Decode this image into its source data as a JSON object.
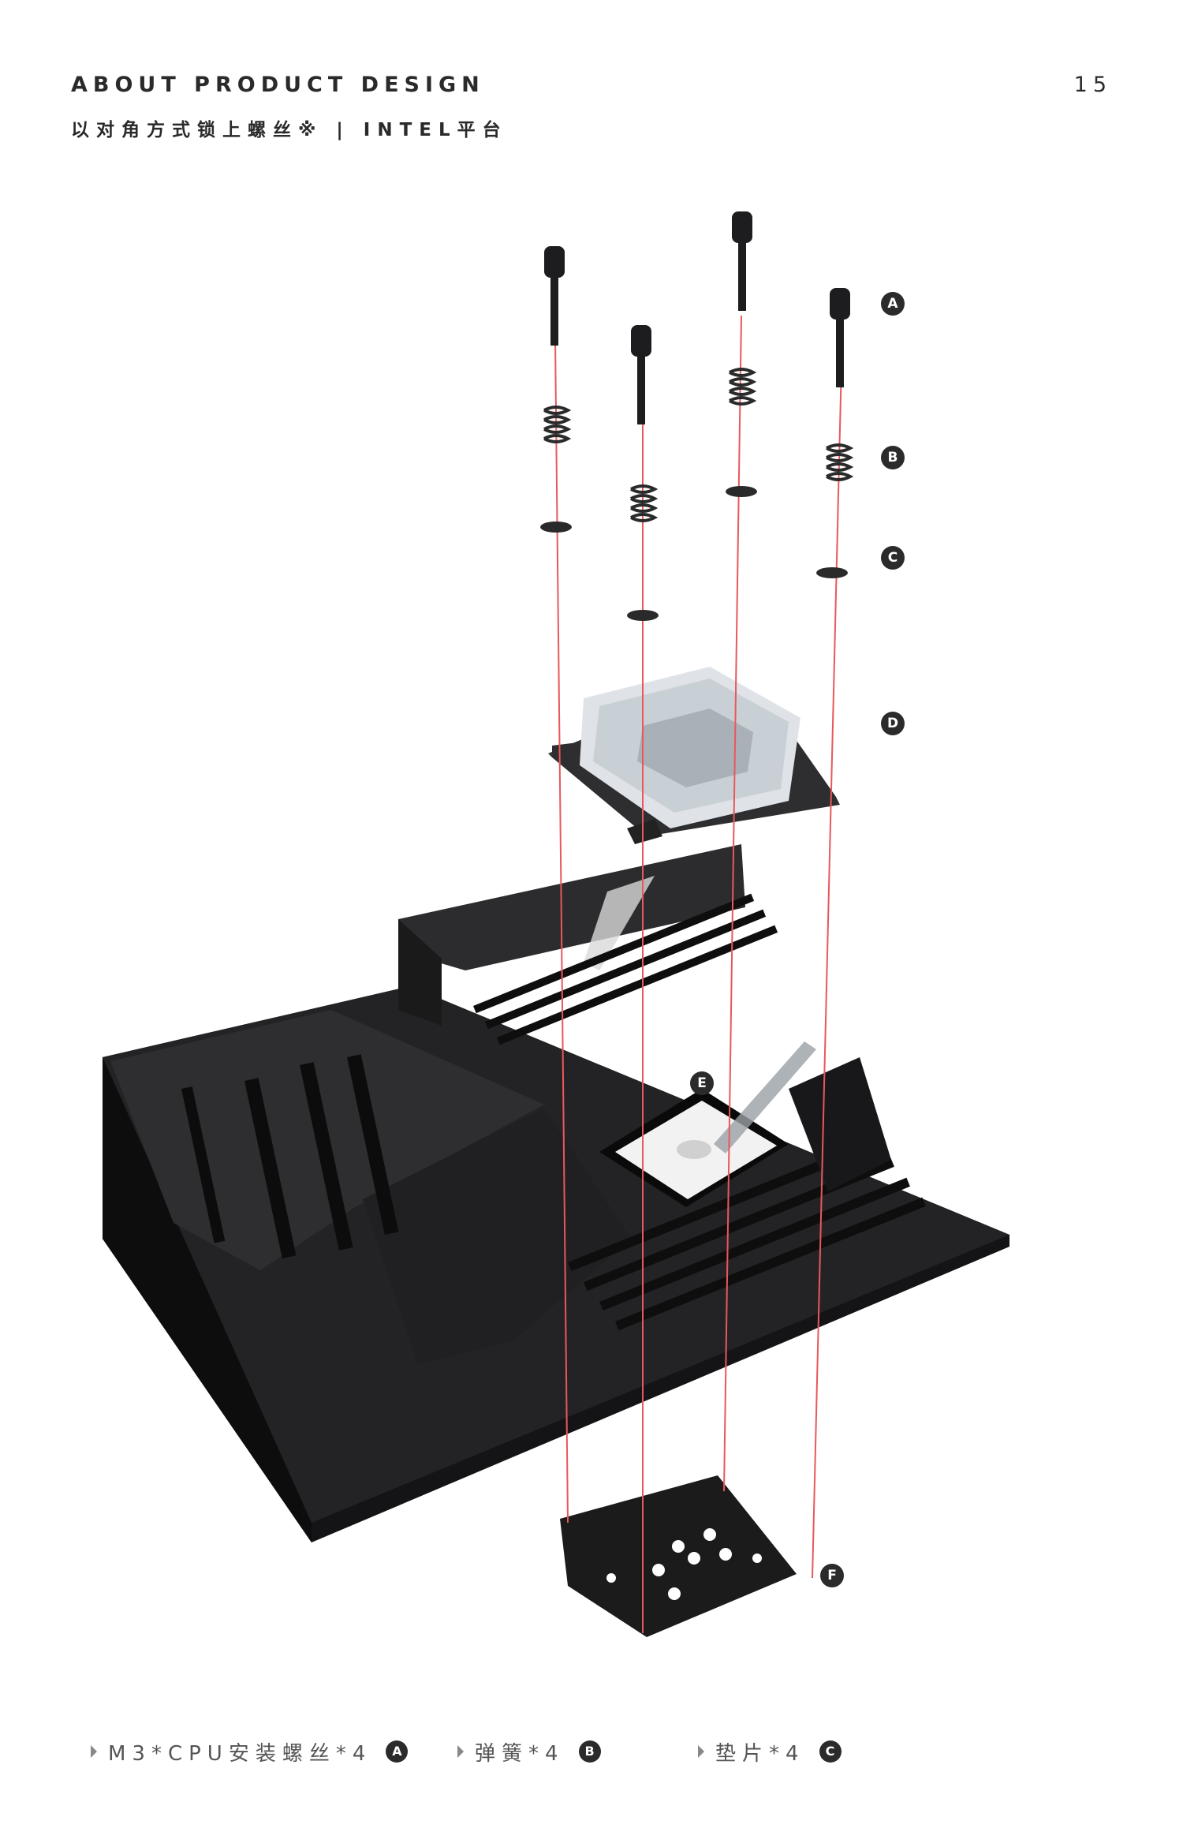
{
  "header": {
    "title": "ABOUT PRODUCT DESIGN",
    "subtitle": "以对角方式锁上螺丝※ | INTEL平台",
    "page_number": "15"
  },
  "callouts": {
    "a": "A",
    "b": "B",
    "c": "C",
    "d": "D",
    "e": "E",
    "f": "F"
  },
  "legend": {
    "items": [
      {
        "label": "M3*CPU安装螺丝*4",
        "marker": "A"
      },
      {
        "label": "弹簧*4",
        "marker": "B"
      },
      {
        "label": "垫片*4",
        "marker": "C"
      }
    ]
  },
  "colors": {
    "guide_line": "#e8585c",
    "board": "#1c1c1e",
    "heatsink": "#2a2a2c",
    "block_acrylic": "#dfe3e7"
  }
}
